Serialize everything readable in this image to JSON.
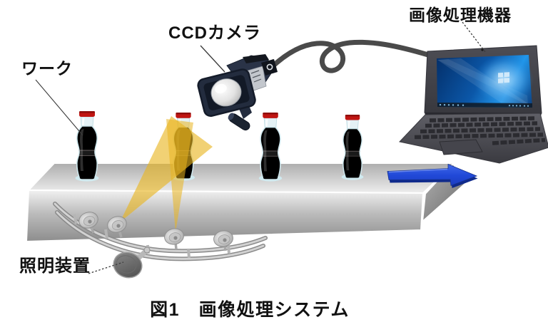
{
  "figure": {
    "type": "technical-diagram",
    "caption": "図1　画像処理システム",
    "labels": {
      "work": "ワーク",
      "camera": "CCDカメラ",
      "processor": "画像処理機器",
      "lighting": "照明装置"
    },
    "colors": {
      "beam_yellow": "#e9b41f",
      "arrow_blue": "#2149d8",
      "arrow_shadow_blue": "#0f2a8c",
      "bottle_cap_red": "#c01512",
      "bottle_body_brown": "#2b1b1d",
      "bottle_body_gold": "#876b10",
      "windows_screen_blue": "#1a7fd4",
      "conveyor_gray": "#c9c9c9",
      "laptop_gray": "#47474d",
      "cable_gray": "#4a4a4a"
    }
  }
}
